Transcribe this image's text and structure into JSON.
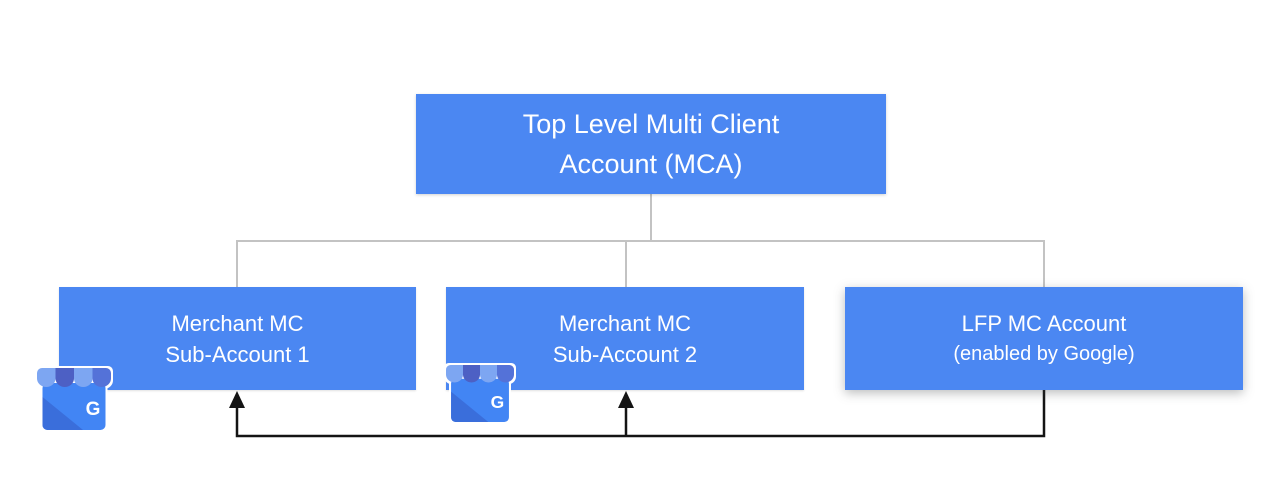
{
  "diagram": {
    "nodes": {
      "root": {
        "line1": "Top Level Multi Client",
        "line2": "Account (MCA)"
      },
      "child1": {
        "line1": "Merchant MC",
        "line2": "Sub-Account 1",
        "icon": "google-business-storefront-icon"
      },
      "child2": {
        "line1": "Merchant MC",
        "line2": "Sub-Account 2",
        "icon": "google-business-storefront-icon"
      },
      "child3": {
        "line1": "LFP MC Account",
        "line2": "(enabled by Google)"
      }
    },
    "icons": {
      "storefront_letter": "G"
    },
    "colors": {
      "box_fill": "#4b87f2",
      "box_text": "#ffffff",
      "tree_line": "#c3c3c3",
      "arrow_line": "#141414",
      "icon_body_blue": "#4285f4",
      "icon_fold_blue": "#3a6edb",
      "icon_awning_light": "#7da6f2",
      "icon_awning_dark": "#4d60c4",
      "icon_awning_medium": "#5472d8"
    }
  }
}
